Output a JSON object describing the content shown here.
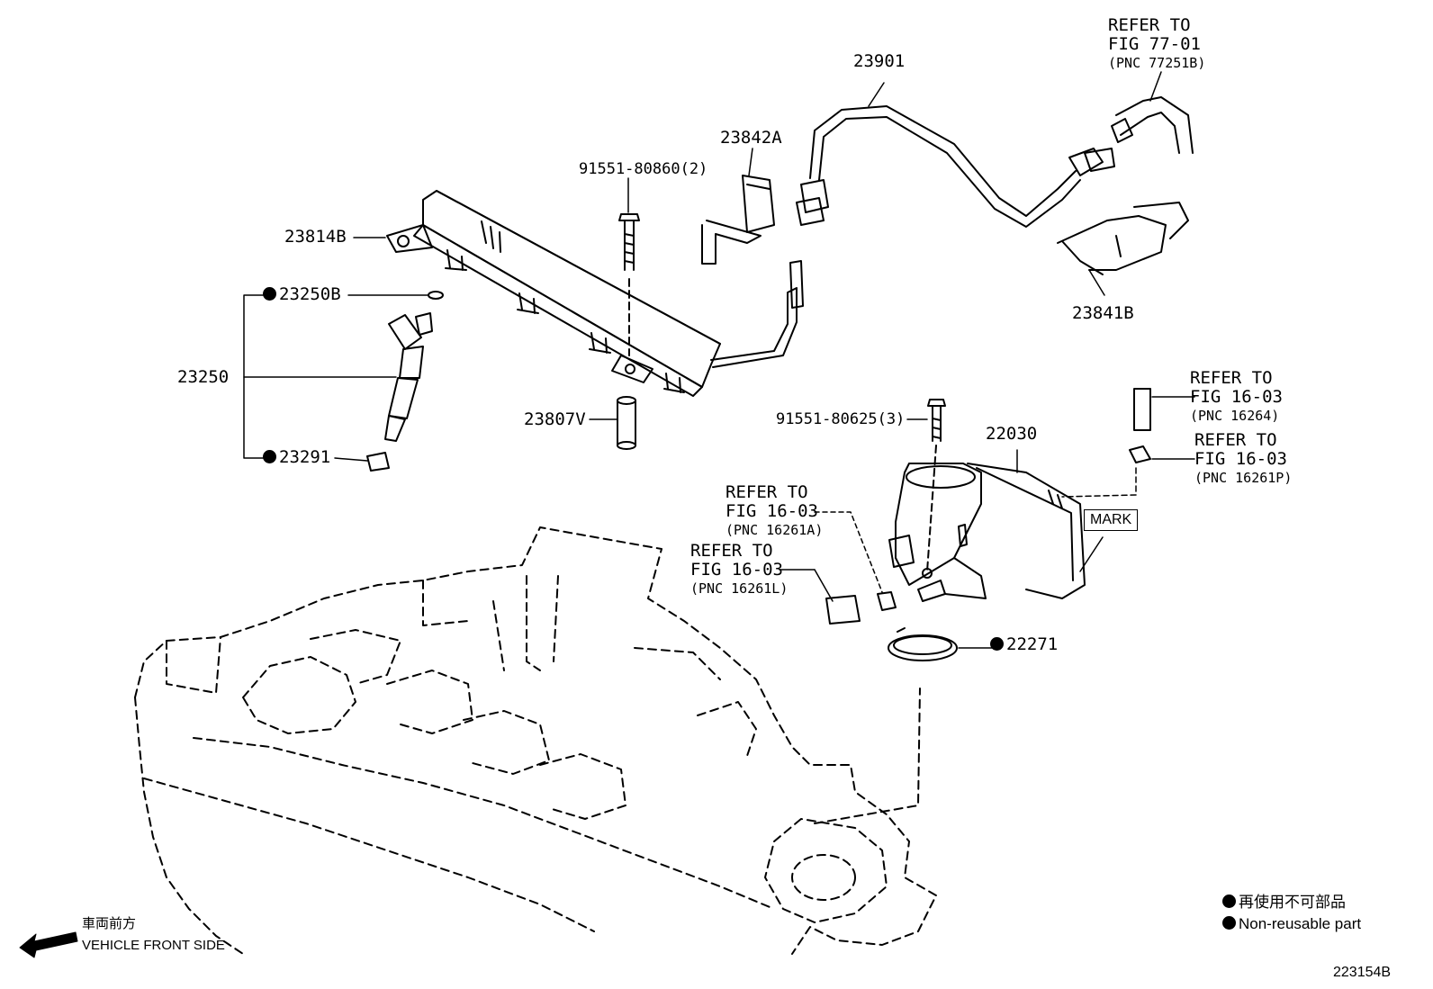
{
  "parts": {
    "p23901": "23901",
    "p23842A": "23842A",
    "p23814B": "23814B",
    "p23250B": "23250B",
    "p23250": "23250",
    "p23291": "23291",
    "p23807V": "23807V",
    "p23841B": "23841B",
    "p22030": "22030",
    "p22271": "22271",
    "bolt1": "91551-80860(2)",
    "bolt2": "91551-80625(3)"
  },
  "refs": {
    "ref77": {
      "line1": "REFER TO",
      "line2": "FIG 77-01",
      "line3": "(PNC 77251B)"
    },
    "ref16264": {
      "line1": "REFER TO",
      "line2": "FIG 16-03",
      "line3": "(PNC 16264)"
    },
    "ref16261P": {
      "line1": "REFER TO",
      "line2": "FIG 16-03",
      "line3": "(PNC 16261P)"
    },
    "ref16261A": {
      "line1": "REFER TO",
      "line2": "FIG 16-03",
      "line3": "(PNC 16261A)"
    },
    "ref16261L": {
      "line1": "REFER TO",
      "line2": "FIG 16-03",
      "line3": "(PNC 16261L)"
    }
  },
  "mark": "MARK",
  "legend": {
    "jp": "再使用不可部品",
    "en": "Non-reusable part"
  },
  "direction": {
    "jp": "車両前方",
    "en": "VEHICLE FRONT SIDE"
  },
  "figure_id": "223154B"
}
